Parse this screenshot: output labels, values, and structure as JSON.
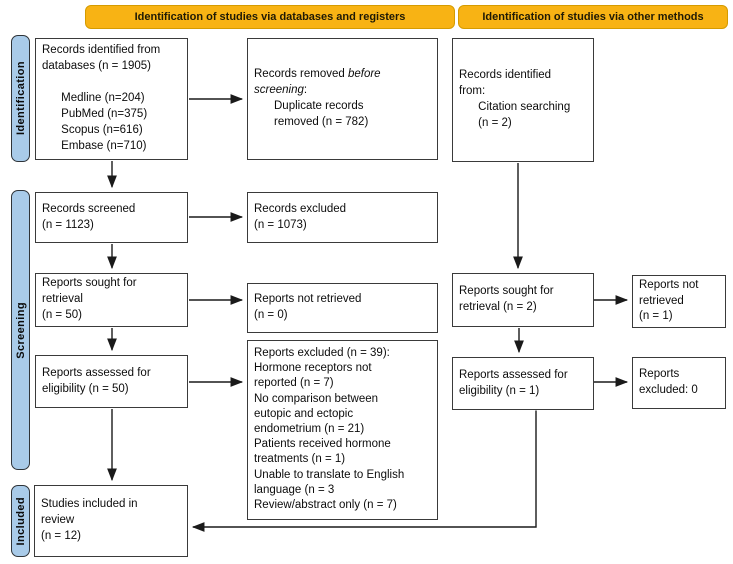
{
  "banners": {
    "databases": "Identification of studies via databases and registers",
    "other_methods": "Identification of studies via other methods"
  },
  "stages": {
    "identification": "Identification",
    "screening": "Screening",
    "included": "Included"
  },
  "boxes": {
    "identified_db": "Records identified from\ndatabases (n = 1905)\n\n      Medline (n=204)\n      PubMed (n=375)\n      Scopus (n=616)\n      Embase (n=710)",
    "removed": {
      "t1": "Records removed ",
      "t2": "before",
      "t3": "screening",
      "t4": ":",
      "t5": "Duplicate records",
      "t6": "removed (n = 782)"
    },
    "identified_other": "Records identified\nfrom:\n      Citation searching\n      (n = 2)",
    "screened": "Records screened\n(n = 1123)",
    "excluded": "Records excluded\n(n = 1073)",
    "sought_db": "Reports sought for\nretrieval\n(n = 50)",
    "not_retrieved_db": "Reports not retrieved\n(n = 0)",
    "sought_other": "Reports sought for\nretrieval (n = 2)",
    "not_retrieved_other": "Reports not\nretrieved\n(n = 1)",
    "assessed_db": "Reports assessed for\neligibility (n = 50)",
    "excluded_reasons": "Reports excluded (n = 39):\nHormone receptors not\nreported (n = 7)\nNo comparison between\neutopic and ectopic\nendometrium (n = 21)\nPatients received hormone\ntreatments (n = 1)\nUnable to translate to English\nlanguage (n = 3\nReview/abstract only (n = 7)",
    "assessed_other": "Reports assessed for\neligibility (n = 1)",
    "excluded_other": "Reports\nexcluded: 0",
    "included_studies": "Studies included in\nreview\n(n = 12)"
  },
  "colors": {
    "banner_fill": "#F8B314",
    "banner_border": "#D59B00",
    "stage_fill": "#A9CBE9",
    "box_border": "#3A3A3A",
    "arrow": "#1A1A1A"
  }
}
